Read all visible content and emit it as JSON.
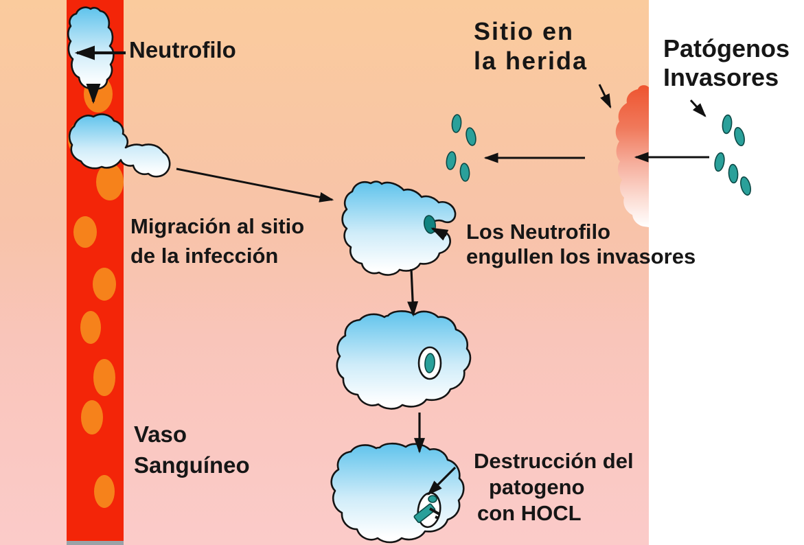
{
  "diagram_title": "Neutrophil response to invading pathogens (Spanish diagram)",
  "colors": {
    "bg_top": "#FACB9D",
    "bg_mid": "#F8C3A9",
    "bg_bottom": "#FBCBC9",
    "white_panel": "#FFFFFF",
    "vessel_red": "#F32508",
    "blood_cell_orange": "#F6821B",
    "vessel_base_grey": "#9AA2A8",
    "neutrophil_blue": "#5FC3EC",
    "pathogen_teal": "#2AA09A",
    "pathogen_dark_teal": "#118380",
    "pathogen_outline": "#0B4845",
    "wound_red": "#EE5430",
    "outline": "#141414",
    "arrow_color": "#111111",
    "text_color": "#161616"
  },
  "labels": {
    "neutrophil": "Neutrofilo",
    "wound_site": {
      "line1": "Sitio en",
      "line2": "la herida"
    },
    "invading_pathogens": {
      "line1": "Patógenos",
      "line2": "Invasores"
    },
    "migration": {
      "line1": "Migración al sitio",
      "line2": "de la infección"
    },
    "engulf": {
      "line1": "Los Neutrofilo",
      "line2": "engullen los invasores"
    },
    "blood_vessel": {
      "line1": "Vaso",
      "line2": "Sanguíneo"
    },
    "destruction": {
      "line1": "Destrucción del",
      "line2": "patogeno",
      "line3": "con HOCL"
    }
  }
}
